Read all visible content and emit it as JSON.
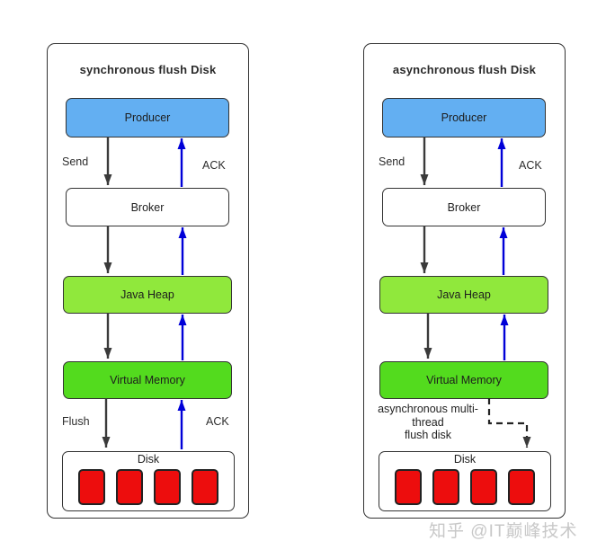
{
  "watermark": "知乎 @IT巅峰技术",
  "colors": {
    "producer_fill": "#63AFF2",
    "broker_fill": "#FFFFFF",
    "java_heap_fill": "#90E83C",
    "virtual_memory_fill": "#53DB1E",
    "disk_cell_fill": "#ED0D0D",
    "down_arrow": "#3A3A3A",
    "up_arrow": "#0000D8",
    "box_border": "#333333"
  },
  "panels": [
    {
      "title": "synchronous flush Disk",
      "nodes": {
        "producer": "Producer",
        "broker": "Broker",
        "java_heap": "Java Heap",
        "virtual_memory": "Virtual Memory",
        "disk": "Disk"
      },
      "edge_labels": {
        "send": "Send",
        "ack_upper": "ACK",
        "flush": "Flush",
        "ack_lower": "ACK"
      }
    },
    {
      "title": "asynchronous flush Disk",
      "nodes": {
        "producer": "Producer",
        "broker": "Broker",
        "java_heap": "Java Heap",
        "virtual_memory": "Virtual Memory",
        "disk": "Disk"
      },
      "edge_labels": {
        "send": "Send",
        "ack_upper": "ACK"
      },
      "async_note": {
        "line1": "asynchronous multi-",
        "line2": "thread",
        "line3": "flush disk"
      }
    }
  ]
}
